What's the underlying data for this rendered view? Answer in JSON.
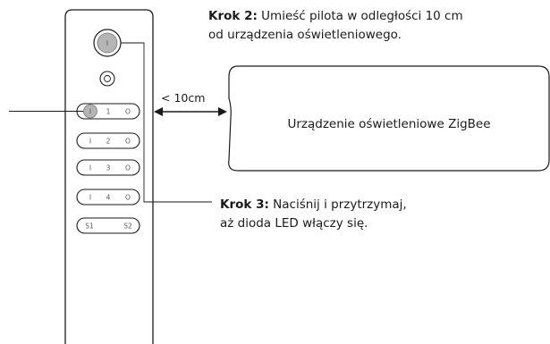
{
  "step2": {
    "heading": "Krok 2:",
    "line1": "Umieść pilota w odległości 10 cm",
    "line2": "od urządzenia oświetleniowego."
  },
  "step3": {
    "heading": "Krok 3:",
    "line1": "Naciśnij i przytrzymaj,",
    "line2": "aż dioda LED włączy się."
  },
  "distance_label": "< 10cm",
  "device_label": "Urządzenie oświetleniowe ZigBee",
  "remote": {
    "power_symbol": "I",
    "rows": [
      {
        "on": "I",
        "zone": "1",
        "off": "O"
      },
      {
        "on": "I",
        "zone": "2",
        "off": "O"
      },
      {
        "on": "I",
        "zone": "3",
        "off": "O"
      },
      {
        "on": "I",
        "zone": "4",
        "off": "O"
      }
    ],
    "scene_left": "S1",
    "scene_right": "S2"
  }
}
